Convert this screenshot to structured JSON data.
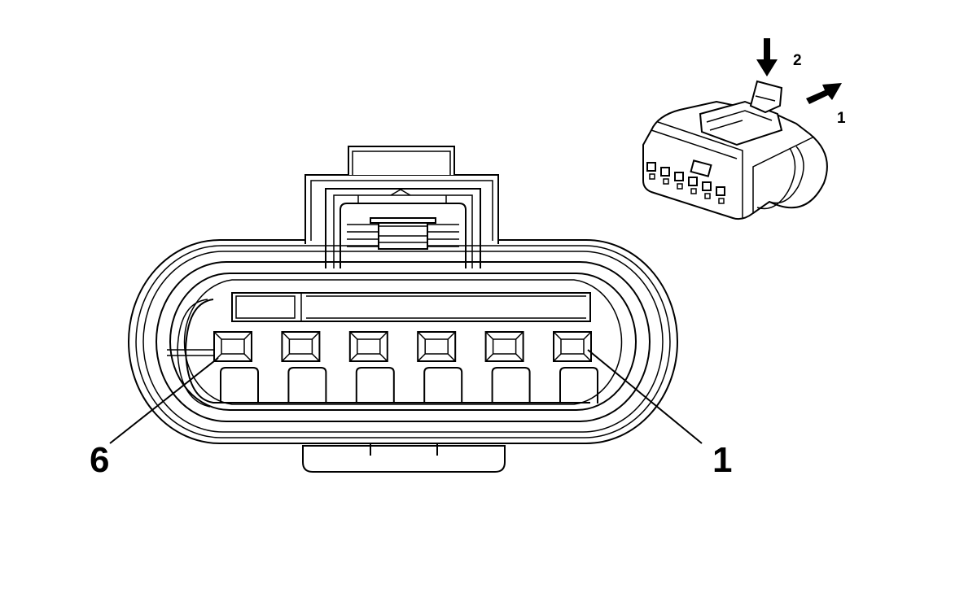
{
  "diagram": {
    "pin_callouts": {
      "pin_left": "6",
      "pin_right": "1"
    },
    "detail_callouts": {
      "step_press": "2",
      "step_slide": "1"
    },
    "pin_count": 6,
    "colors": {
      "line": "#000000",
      "background": "#ffffff"
    }
  }
}
